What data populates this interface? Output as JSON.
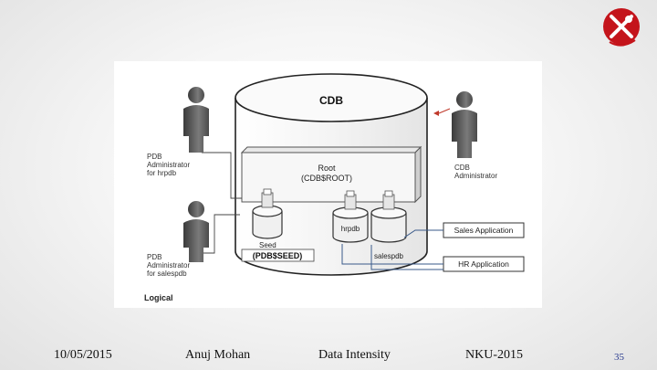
{
  "diagram": {
    "cdb_title": "CDB",
    "root_label_1": "Root",
    "root_label_2": "(CDB$ROOT)",
    "seed_label": "Seed",
    "seed_sub": "(PDB$SEED)",
    "hrpdb_label": "hrpdb",
    "salespdb_label": "salespdb",
    "sales_app": "Sales Application",
    "hr_app": "HR Application",
    "pdb_admin_hrpdb": [
      "PDB",
      "Administrator",
      "for hrpdb"
    ],
    "pdb_admin_salespdb": [
      "PDB",
      "Administrator",
      "for salespdb"
    ],
    "cdb_admin": [
      "CDB",
      "Administrator"
    ],
    "logical_label": "Logical"
  },
  "footer": {
    "date": "10/05/2015",
    "author": "Anuj Mohan",
    "topic": "Data Intensity",
    "event": "NKU-2015",
    "slide_number": "35"
  },
  "colors": {
    "logo_red": "#c4141b",
    "arrow_red": "#c0392b",
    "slide_number": "#2a3b8f"
  }
}
